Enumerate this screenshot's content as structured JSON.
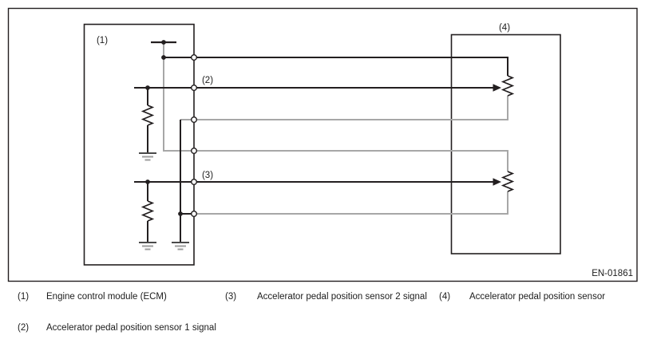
{
  "figure": {
    "id": "EN-01861"
  },
  "diagram_labels": {
    "ecm": "(1)",
    "sensor1_signal": "(2)",
    "sensor2_signal": "(3)",
    "sensor": "(4)"
  },
  "colors": {
    "wire_black": "#231f20",
    "wire_gray": "#a7a7a7",
    "background": "#ffffff"
  },
  "legend": {
    "items": [
      {
        "num": "(1)",
        "text": "Engine control module (ECM)"
      },
      {
        "num": "(2)",
        "text": "Accelerator pedal position sensor 1 signal"
      },
      {
        "num": "(3)",
        "text": "Accelerator pedal position sensor 2 signal"
      },
      {
        "num": "(4)",
        "text": "Accelerator pedal position sensor"
      }
    ]
  }
}
